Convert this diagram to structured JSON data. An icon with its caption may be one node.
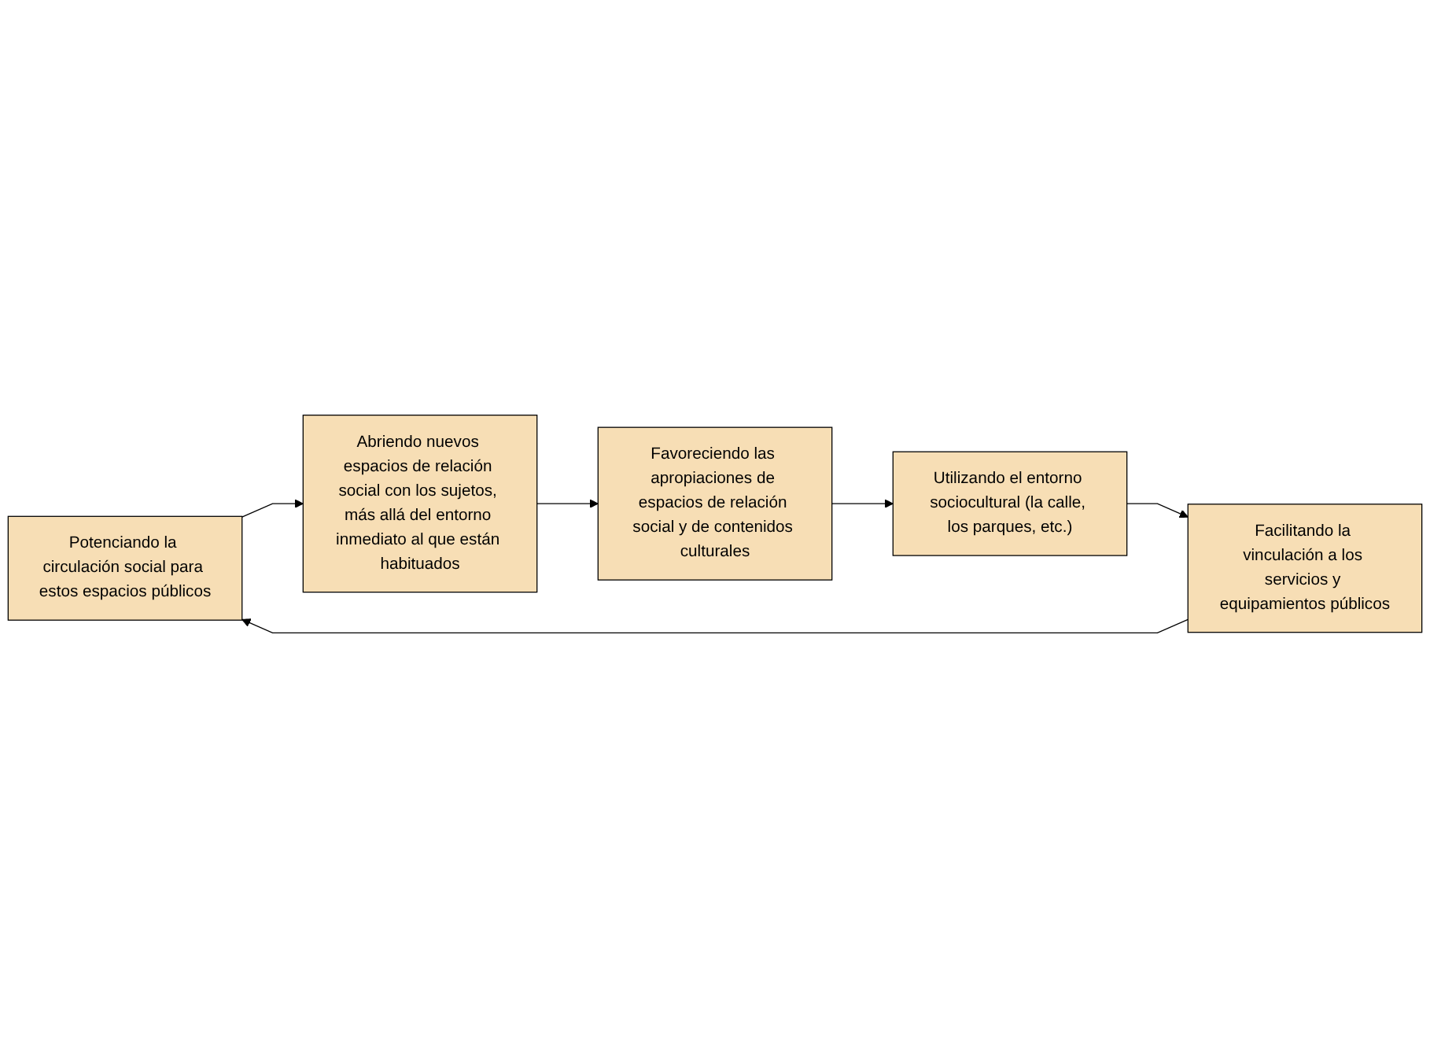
{
  "diagram": {
    "nodes": [
      {
        "text": [
          "Potenciando la circulación social para estos espacios públicos"
        ]
      },
      {
        "text": [
          "Abriendo nuevos espacios de relación social con los sujetos, más allá del entorno inmediato al que están habituados"
        ]
      },
      {
        "text": [
          "Favoreciendo las apropiaciones de espacios de relación social y de contenidos culturales"
        ]
      },
      {
        "text": [
          "Utilizando el entorno sociocultural (la calle, los parques, etc.)"
        ]
      },
      {
        "text": [
          "Facilitando la vinculación a los servicios y equipamientos públicos"
        ]
      }
    ],
    "edges": [
      {
        "from": 0,
        "to": 1,
        "arrow": "to"
      },
      {
        "from": 1,
        "to": 2,
        "arrow": "to"
      },
      {
        "from": 2,
        "to": 3,
        "arrow": "to"
      },
      {
        "from": 3,
        "to": 4,
        "arrow": "to"
      },
      {
        "from": 4,
        "to": 0,
        "arrow": "to"
      }
    ]
  }
}
